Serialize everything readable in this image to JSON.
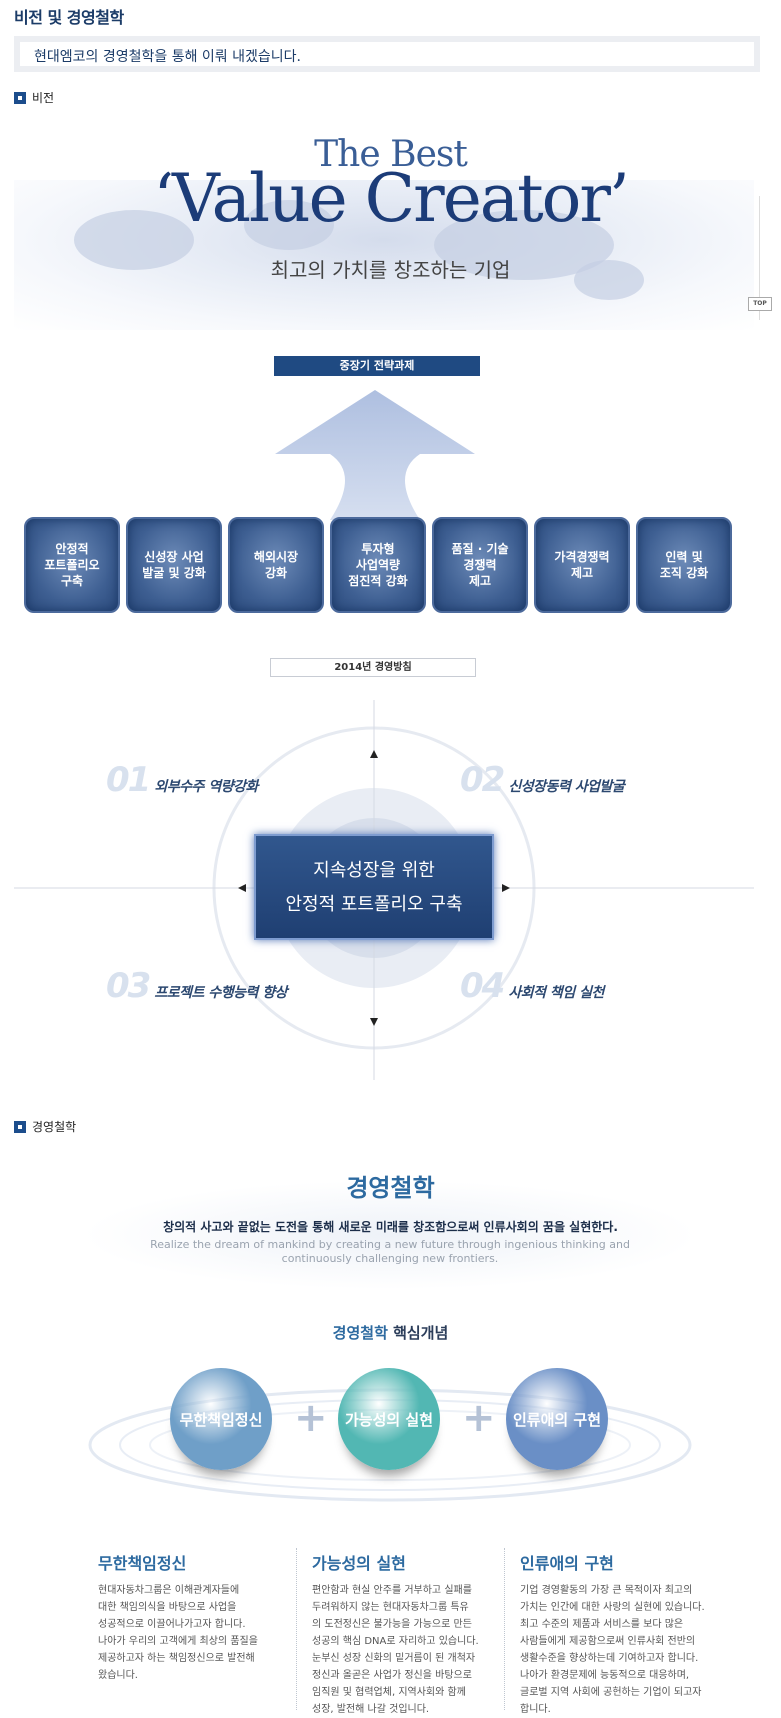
{
  "page_title": "비전 및 경영철학",
  "intro": "현대엠코의 경영철학을 통해 이뤄 내겠습니다.",
  "vision": {
    "section_label": "비전",
    "the_best": "The Best",
    "value_creator": "‘Value Creator’",
    "subtitle": "최고의 가치를 창조하는 기업",
    "top_button": "TOP",
    "strategy_label": "중장기 전략과제",
    "tasks": [
      "안정적\n포트폴리오\n구축",
      "신성장 사업\n발굴 및 강화",
      "해외시장\n강화",
      "투자형\n사업역량\n점진적 강화",
      "품질 · 기술\n경쟁력\n제고",
      "가격경쟁력\n제고",
      "인력 및\n조직 강화"
    ],
    "policy_label": "2014년 경영방침",
    "goals": [
      {
        "num": "01",
        "text": "외부수주 역량강화"
      },
      {
        "num": "02",
        "text": "신성장동력 사업발굴"
      },
      {
        "num": "03",
        "text": "프로젝트 수행능력 향상"
      },
      {
        "num": "04",
        "text": "사회적 책임 실천"
      }
    ],
    "core_text": "지속성장을 위한\n안정적 포트폴리오 구축"
  },
  "philosophy": {
    "section_label": "경영철학",
    "title": "경영철학",
    "statement_kr": "창의적 사고와 끝없는 도전을 통해 새로운 미래를 창조함으로써 인류사회의 꿈을 실현한다.",
    "statement_en": "Realize the dream of mankind by creating a new future through ingenious thinking and continuously challenging new frontiers.",
    "concepts_title_accent": "경영철학",
    "concepts_title_rest": " 핵심개념",
    "concepts": [
      {
        "label": "무한책임정신",
        "color": "#6f9fc8"
      },
      {
        "label": "가능성의 실현",
        "color": "#52b7b3"
      },
      {
        "label": "인류애의 구현",
        "color": "#6a8fc6"
      }
    ],
    "columns": [
      {
        "heading": "무한책임정신",
        "body": "현대자동차그룹은 이해관계자들에\n대한 책임의식을 바탕으로 사업을\n성공적으로 이끌어나가고자 합니다.\n나아가 우리의 고객에게 최상의 품질을\n제공하고자 하는 책임정신으로 발전해\n왔습니다."
      },
      {
        "heading": "가능성의 실현",
        "body": "편안함과 현실 안주를 거부하고 실패를\n두려워하지 않는 현대자동차그룹 특유\n의 도전정신은 불가능을 가능으로 만든\n성공의 핵심 DNA로 자리하고 있습니다.\n눈부신 성장 신화의 밑거름이 된 개척자\n정신과 올곧은 사업가 정신을 바탕으로\n임직원 및 협력업체, 지역사회와 함께\n성장, 발전해 나갈 것입니다."
      },
      {
        "heading": "인류애의 구현",
        "body": "기업 경영활동의 가장 큰 목적이자 최고의\n가치는 인간에 대한 사랑의 실현에 있습니다.\n최고 수준의 제품과 서비스를 보다 많은\n사람들에게 제공함으로써 인류사회 전반의\n생활수준을 향상하는데 기여하고자 합니다.\n나아가 환경문제에 능동적으로 대응하며,\n글로벌 지역 사회에 공헌하는 기업이 되고자\n합니다."
      }
    ]
  }
}
